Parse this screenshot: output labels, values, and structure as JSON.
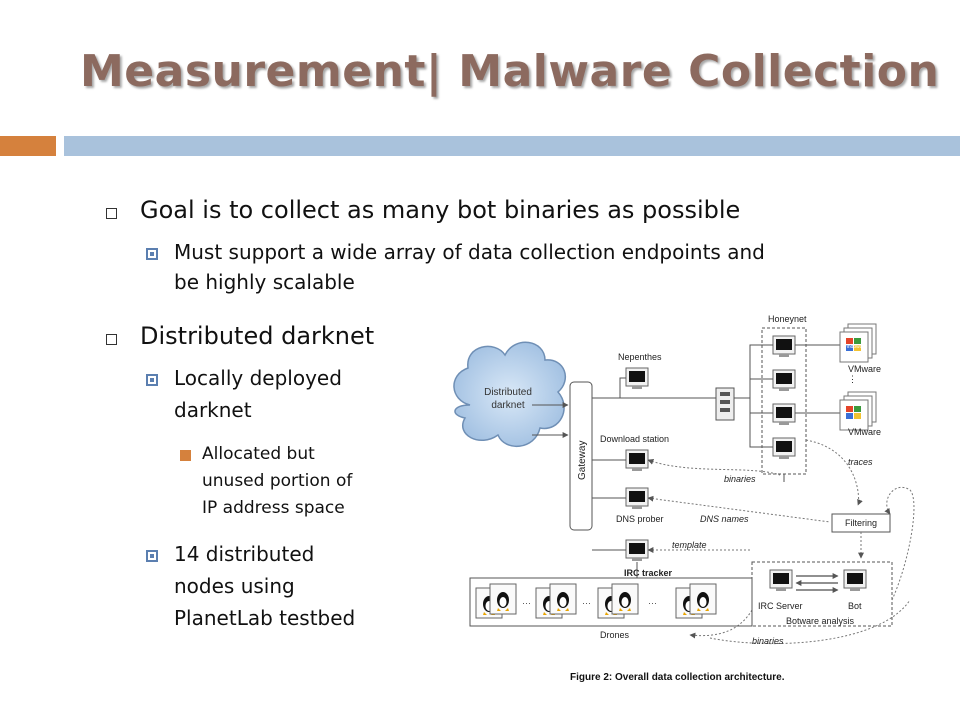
{
  "slide": {
    "title": "Measurement| Malware Collection",
    "colors": {
      "title": "#8c6a5f",
      "accent_orange": "#d5813d",
      "accent_blue": "#a9c2dc"
    }
  },
  "bullets": {
    "goal": "Goal is to collect as many bot binaries as possible",
    "goal_sub_line1": "Must support a wide array of data collection endpoints and",
    "goal_sub_line2": "be highly scalable",
    "darknet": "Distributed darknet",
    "local_line1": "Locally deployed",
    "local_line2": "darknet",
    "alloc_line1": "Allocated but",
    "alloc_line2": "unused portion of",
    "alloc_line3": "IP address space",
    "nodes_line1": "14 distributed",
    "nodes_line2": "nodes using",
    "nodes_line3": "PlanetLab testbed"
  },
  "diagram": {
    "cloud": [
      "Distributed",
      "darknet"
    ],
    "gateway": "Gateway",
    "nepenthes": "Nepenthes",
    "download_station": "Download station",
    "dns_prober": "DNS prober",
    "irc_tracker": "IRC tracker",
    "drones": "Drones",
    "honeynet": "Honeynet",
    "vmware_1": "VMware",
    "vmware_2": "VMware",
    "traces": "traces",
    "binaries_1": "binaries",
    "dns_names": "DNS names",
    "filtering": "Filtering",
    "template": "template",
    "irc_server": "IRC Server",
    "bot": "Bot",
    "botware_analysis": "Botware analysis",
    "binaries_2": "binaries",
    "windows_label": "Windows",
    "caption": "Figure 2: Overall data collection architecture."
  }
}
